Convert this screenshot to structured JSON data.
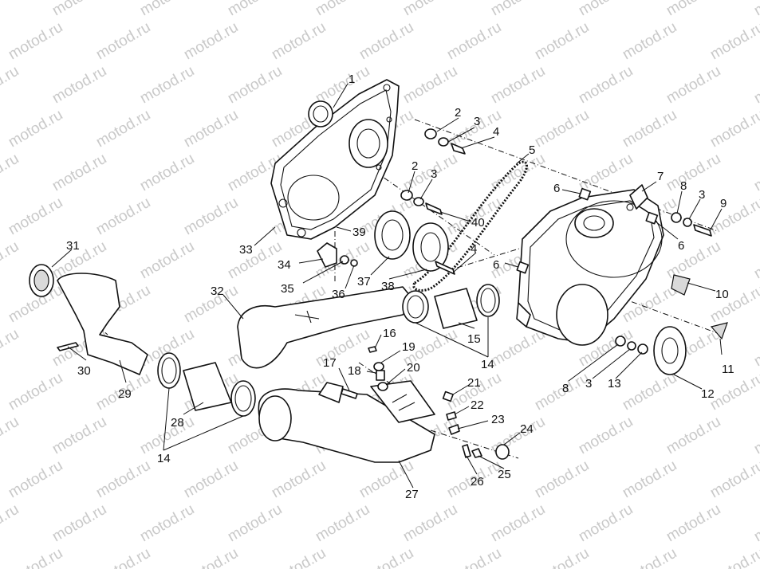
{
  "watermark": {
    "text": "motod.ru",
    "color": "#c9c9c9"
  },
  "callouts": [
    {
      "label": "1"
    },
    {
      "label": "2"
    },
    {
      "label": "3"
    },
    {
      "label": "4"
    },
    {
      "label": "5"
    },
    {
      "label": "2"
    },
    {
      "label": "3"
    },
    {
      "label": "40"
    },
    {
      "label": "6"
    },
    {
      "label": "7"
    },
    {
      "label": "8"
    },
    {
      "label": "3"
    },
    {
      "label": "9"
    },
    {
      "label": "6"
    },
    {
      "label": "39"
    },
    {
      "label": "33"
    },
    {
      "label": "34"
    },
    {
      "label": "35"
    },
    {
      "label": "36"
    },
    {
      "label": "37"
    },
    {
      "label": "38"
    },
    {
      "label": "4"
    },
    {
      "label": "6"
    },
    {
      "label": "10"
    },
    {
      "label": "31"
    },
    {
      "label": "32"
    },
    {
      "label": "16"
    },
    {
      "label": "15"
    },
    {
      "label": "14"
    },
    {
      "label": "11"
    },
    {
      "label": "30"
    },
    {
      "label": "29"
    },
    {
      "label": "19"
    },
    {
      "label": "17"
    },
    {
      "label": "18"
    },
    {
      "label": "20"
    },
    {
      "label": "8"
    },
    {
      "label": "3"
    },
    {
      "label": "13"
    },
    {
      "label": "12"
    },
    {
      "label": "21"
    },
    {
      "label": "22"
    },
    {
      "label": "28"
    },
    {
      "label": "23"
    },
    {
      "label": "24"
    },
    {
      "label": "14"
    },
    {
      "label": "26"
    },
    {
      "label": "25"
    },
    {
      "label": "27"
    }
  ]
}
